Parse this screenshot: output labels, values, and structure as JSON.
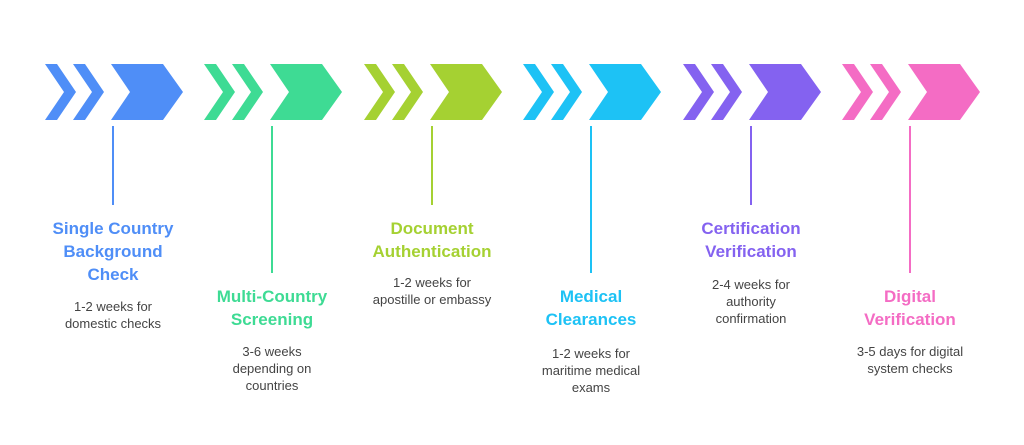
{
  "steps": [
    {
      "title_lines": [
        "Single Country",
        "Background",
        "Check"
      ],
      "desc_lines": [
        "1-2 weeks for",
        "domestic checks"
      ],
      "color": "#4F8EF7",
      "icon": "chevron-arrows-icon"
    },
    {
      "title_lines": [
        "Multi-Country",
        "Screening"
      ],
      "desc_lines": [
        "3-6 weeks",
        "depending on",
        "countries"
      ],
      "color": "#3EDB94",
      "icon": "chevron-arrows-icon"
    },
    {
      "title_lines": [
        "Document",
        "Authentication"
      ],
      "desc_lines": [
        "1-2 weeks for",
        "apostille or embassy"
      ],
      "color": "#A5D132",
      "icon": "chevron-arrows-icon"
    },
    {
      "title_lines": [
        "Medical",
        "Clearances"
      ],
      "desc_lines": [
        "1-2 weeks for",
        "maritime medical",
        "exams"
      ],
      "color": "#1DC2F5",
      "icon": "chevron-arrows-icon"
    },
    {
      "title_lines": [
        "Certification",
        "Verification"
      ],
      "desc_lines": [
        "2-4 weeks for",
        "authority",
        "confirmation"
      ],
      "color": "#8462F0",
      "icon": "chevron-arrows-icon"
    },
    {
      "title_lines": [
        "Digital",
        "Verification"
      ],
      "desc_lines": [
        "3-5 days for digital",
        "system checks"
      ],
      "color": "#F46CC4",
      "icon": "chevron-arrows-icon"
    }
  ]
}
